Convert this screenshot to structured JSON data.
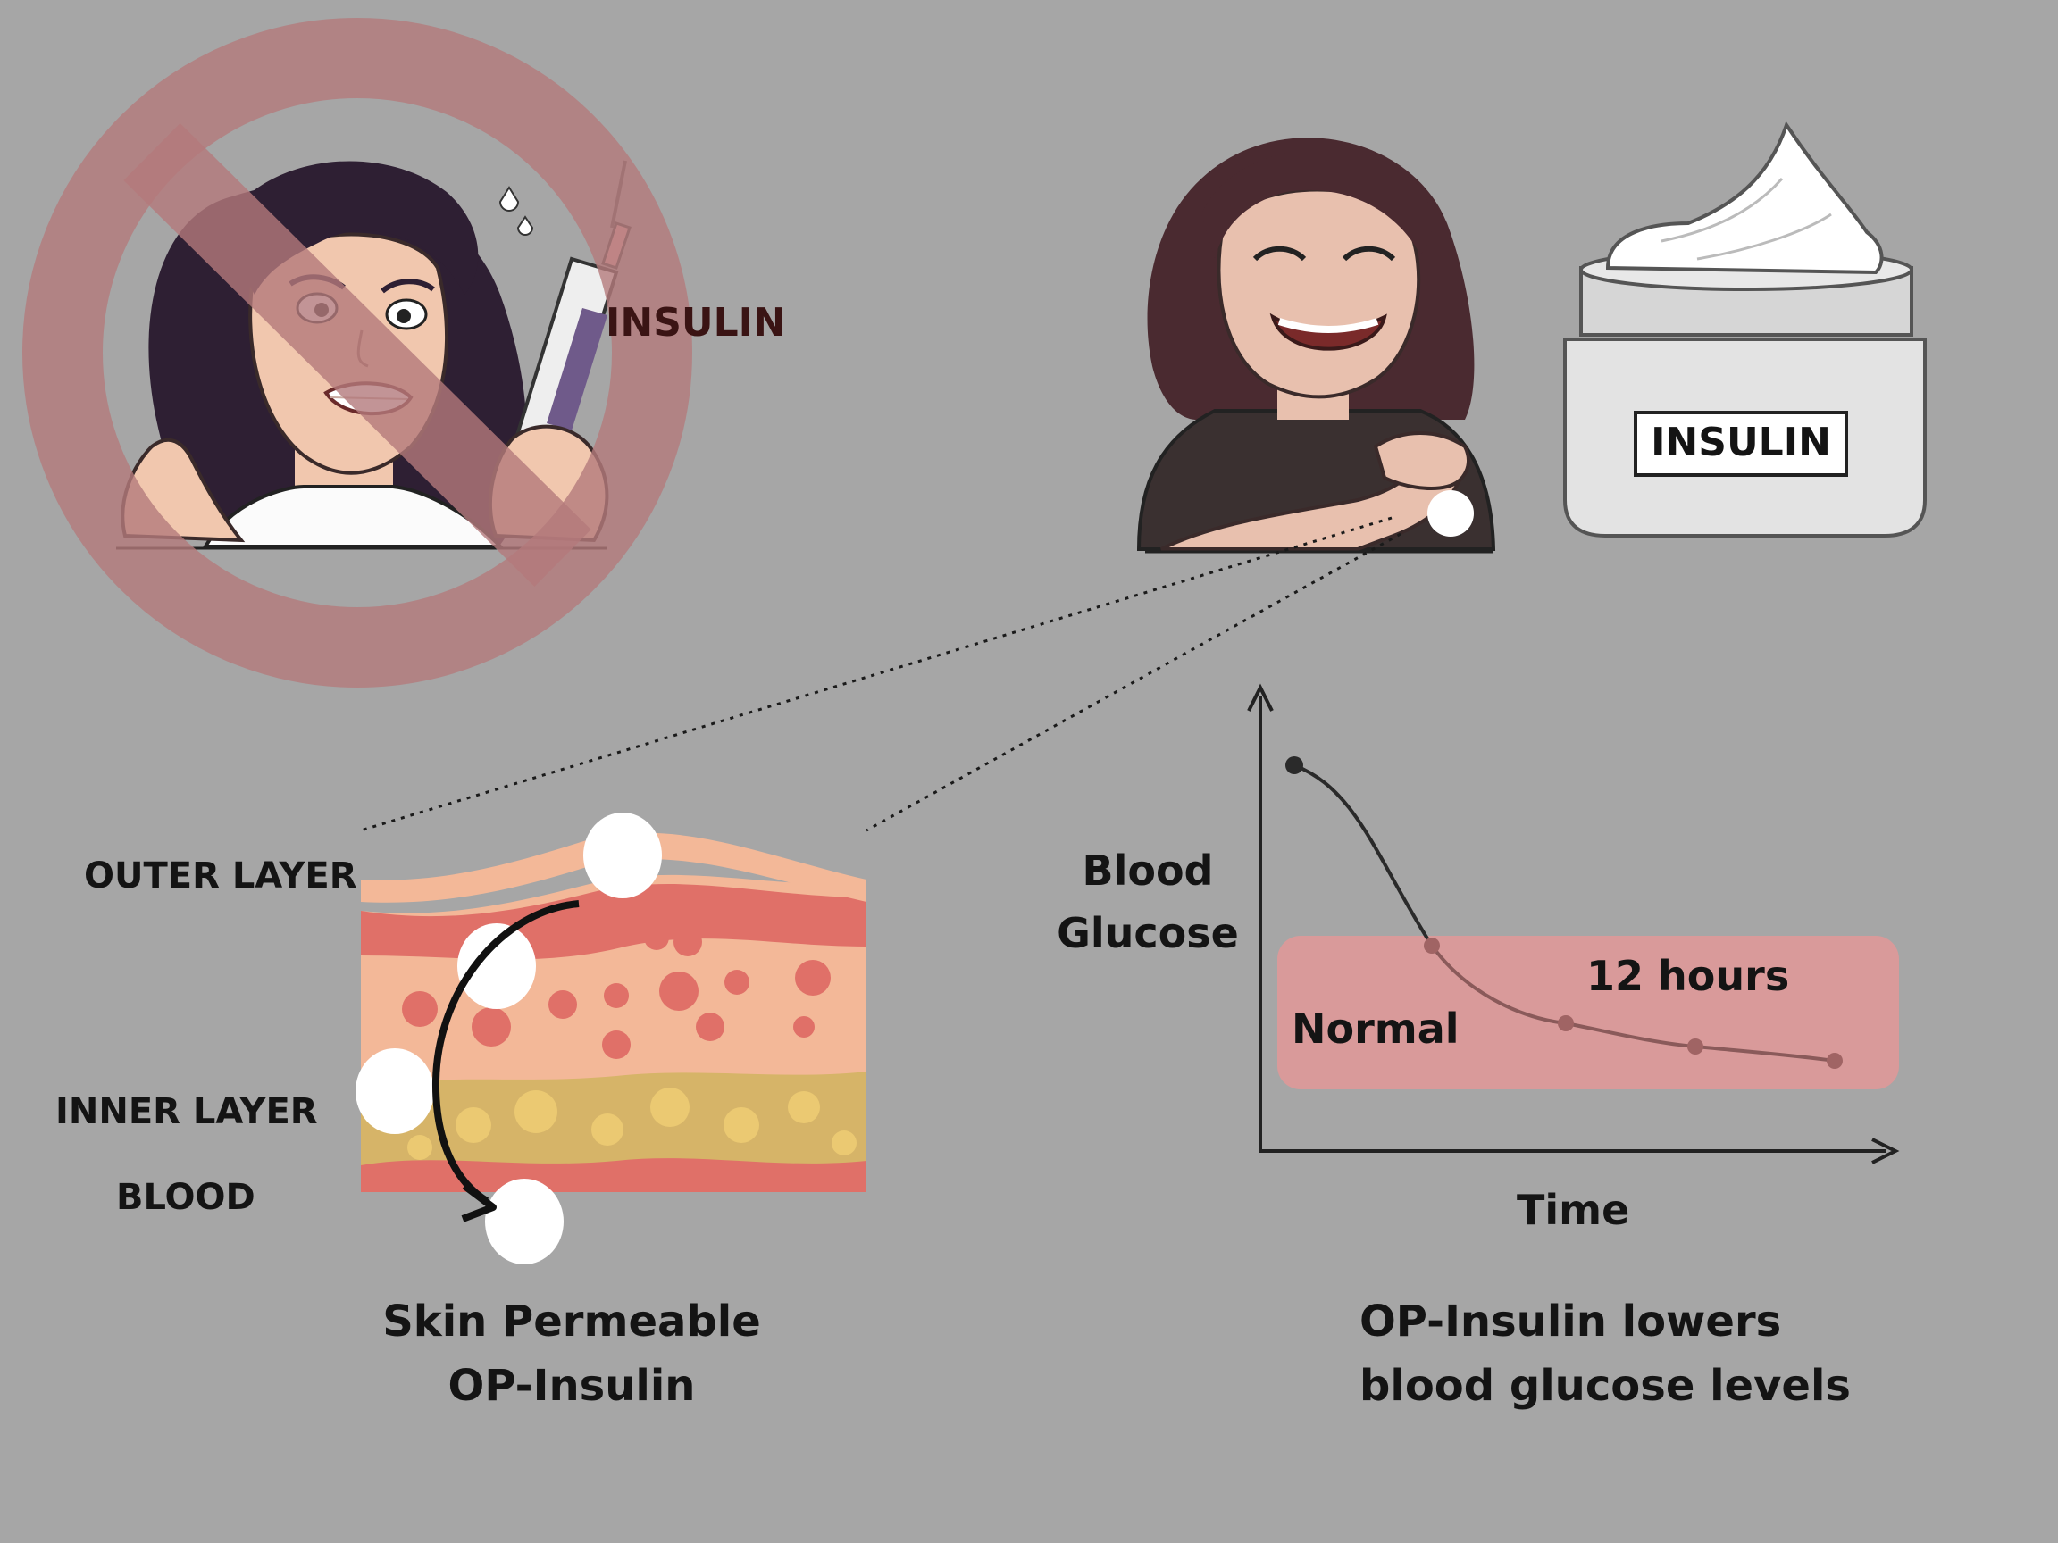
{
  "syringe_label": "INSULIN",
  "jar_label": "INSULIN",
  "skin": {
    "outer_layer_label": "OUTER LAYER",
    "inner_layer_label": "INNER LAYER",
    "blood_label": "BLOOD",
    "caption_line1": "Skin Permeable",
    "caption_line2": "OP-Insulin"
  },
  "graph": {
    "y_label_line1": "Blood",
    "y_label_line2": "Glucose",
    "x_label": "Time",
    "normal_band_label": "Normal",
    "duration_label": "12 hours",
    "caption_line1": "OP-Insulin lowers",
    "caption_line2": "blood glucose levels"
  },
  "colors": {
    "background": "#a6a6a6",
    "prohibition": "#b47a7c",
    "normal_band": "#d99a9a",
    "curve": "#2a2a2a",
    "skin_outer": "#f3b898",
    "skin_red": "#e07068",
    "fat": "#d6b468",
    "white_particle": "#ffffff"
  }
}
